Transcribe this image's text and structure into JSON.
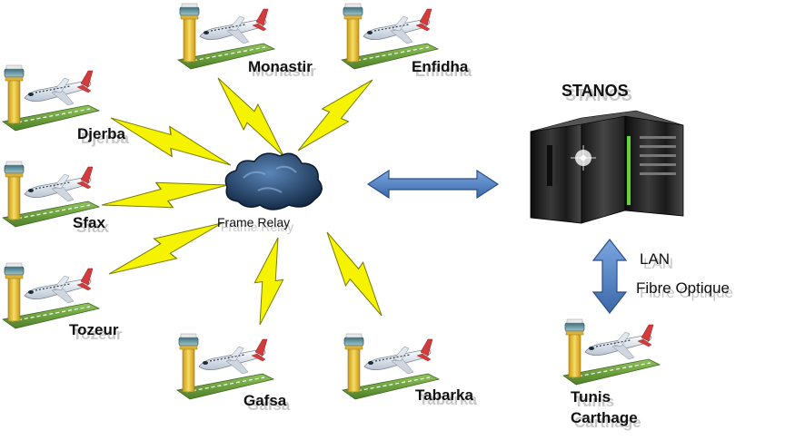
{
  "server": {
    "title": "STANOS"
  },
  "network": {
    "label": "Frame Relay"
  },
  "link": {
    "line1": "LAN",
    "line2": "Fibre Optique"
  },
  "airports": [
    {
      "id": "monastir",
      "name": "Monastir"
    },
    {
      "id": "enfidha",
      "name": "Enfidha"
    },
    {
      "id": "djerba",
      "name": "Djerba"
    },
    {
      "id": "sfax",
      "name": "Sfax"
    },
    {
      "id": "tozeur",
      "name": "Tozeur"
    },
    {
      "id": "gafsa",
      "name": "Gafsa"
    },
    {
      "id": "tabarka",
      "name": "Tabarka"
    },
    {
      "id": "tunis",
      "name": "Tunis",
      "name_line2": "Carthage"
    }
  ],
  "colors": {
    "bolt_fill": "#f6f300",
    "bolt_stroke": "#7a7a00",
    "arrow_fill": "#4f7fc0",
    "arrow_stroke": "#2b4f86",
    "cloud": "#1f3d63",
    "tower": "#e8c23a",
    "runway": "#6da33a",
    "server": "#2a2a2a",
    "server_led": "#6fe83c"
  },
  "icons": [
    "airport-tower-plane-icon",
    "lightning-bolt-icon",
    "cloud-icon",
    "server-rack-icon",
    "double-arrow-icon"
  ]
}
